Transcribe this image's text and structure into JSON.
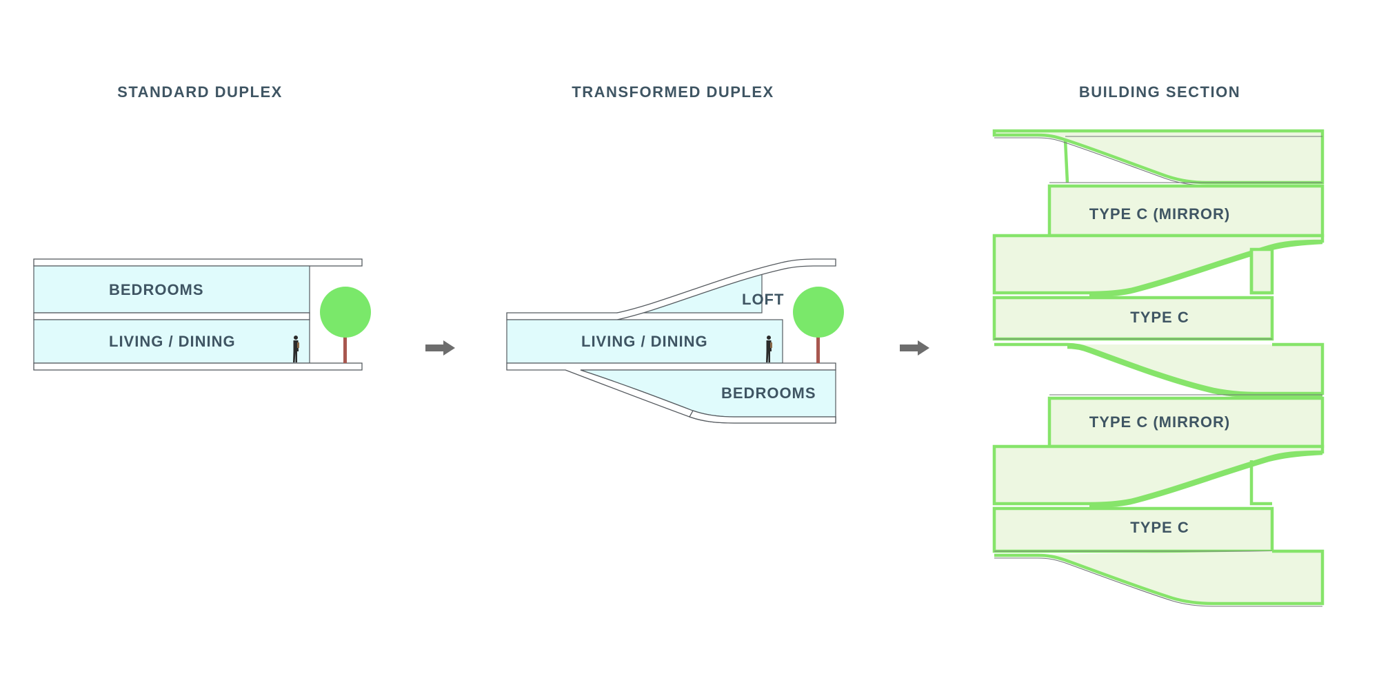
{
  "panels": {
    "standard": {
      "title": "STANDARD DUPLEX",
      "rooms": {
        "upper": "BEDROOMS",
        "lower": "LIVING / DINING"
      }
    },
    "transformed": {
      "title": "TRANSFORMED DUPLEX",
      "rooms": {
        "loft": "LOFT",
        "middle": "LIVING / DINING",
        "lower": "BEDROOMS"
      }
    },
    "section": {
      "title": "BUILDING SECTION",
      "units": [
        "TYPE C (MIRROR)",
        "TYPE C",
        "TYPE C (MIRROR)",
        "TYPE C"
      ]
    }
  },
  "colors": {
    "title_text": "#3f5563",
    "room_fill": "#e0fbfc",
    "tree_canopy": "#7ae86a",
    "tree_trunk": "#a8574f",
    "unit_fill": "#edf7e1",
    "unit_outline": "#86e46a",
    "arrow": "#6d6d6d",
    "slab_line": "#555a5f"
  },
  "icons": {
    "arrow": "arrow-right-icon",
    "tree": "tree-icon",
    "person": "person-icon"
  }
}
